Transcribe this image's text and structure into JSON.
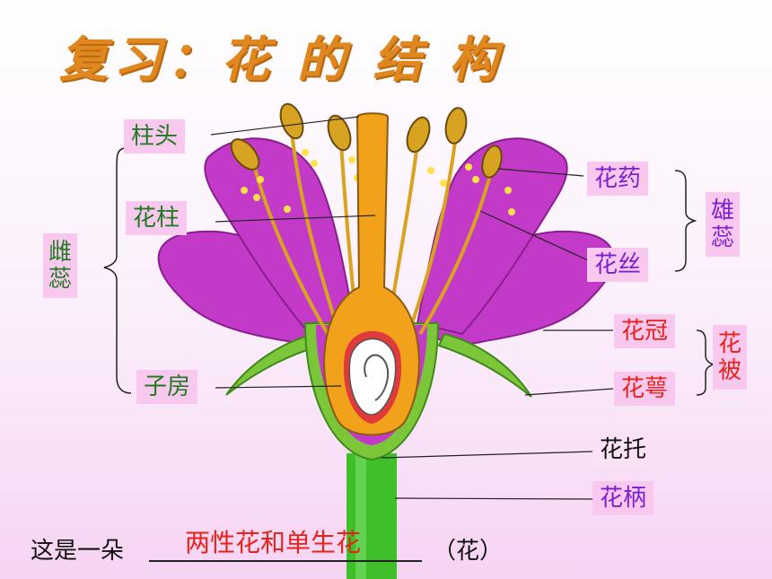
{
  "title": "复习：花 的 结 构",
  "labels": {
    "stigma": "柱头",
    "style": "花柱",
    "ovary": "子房",
    "pistil": "雌蕊",
    "anther": "花药",
    "filament": "花丝",
    "stamen": "雄蕊",
    "petals": "花冠",
    "sepals": "花萼",
    "perianth": "花被",
    "receptacle": "花托",
    "pedicel": "花柄"
  },
  "sentence": {
    "prefix": "这是一朵",
    "answer": "两性花和单生花",
    "suffix": "（花）"
  },
  "colors": {
    "title": "#e0871f",
    "petal": "#c43ac8",
    "sepal": "#7cc63a",
    "pistil": "#f2a21a",
    "label_bg": "#f9c8ef"
  }
}
